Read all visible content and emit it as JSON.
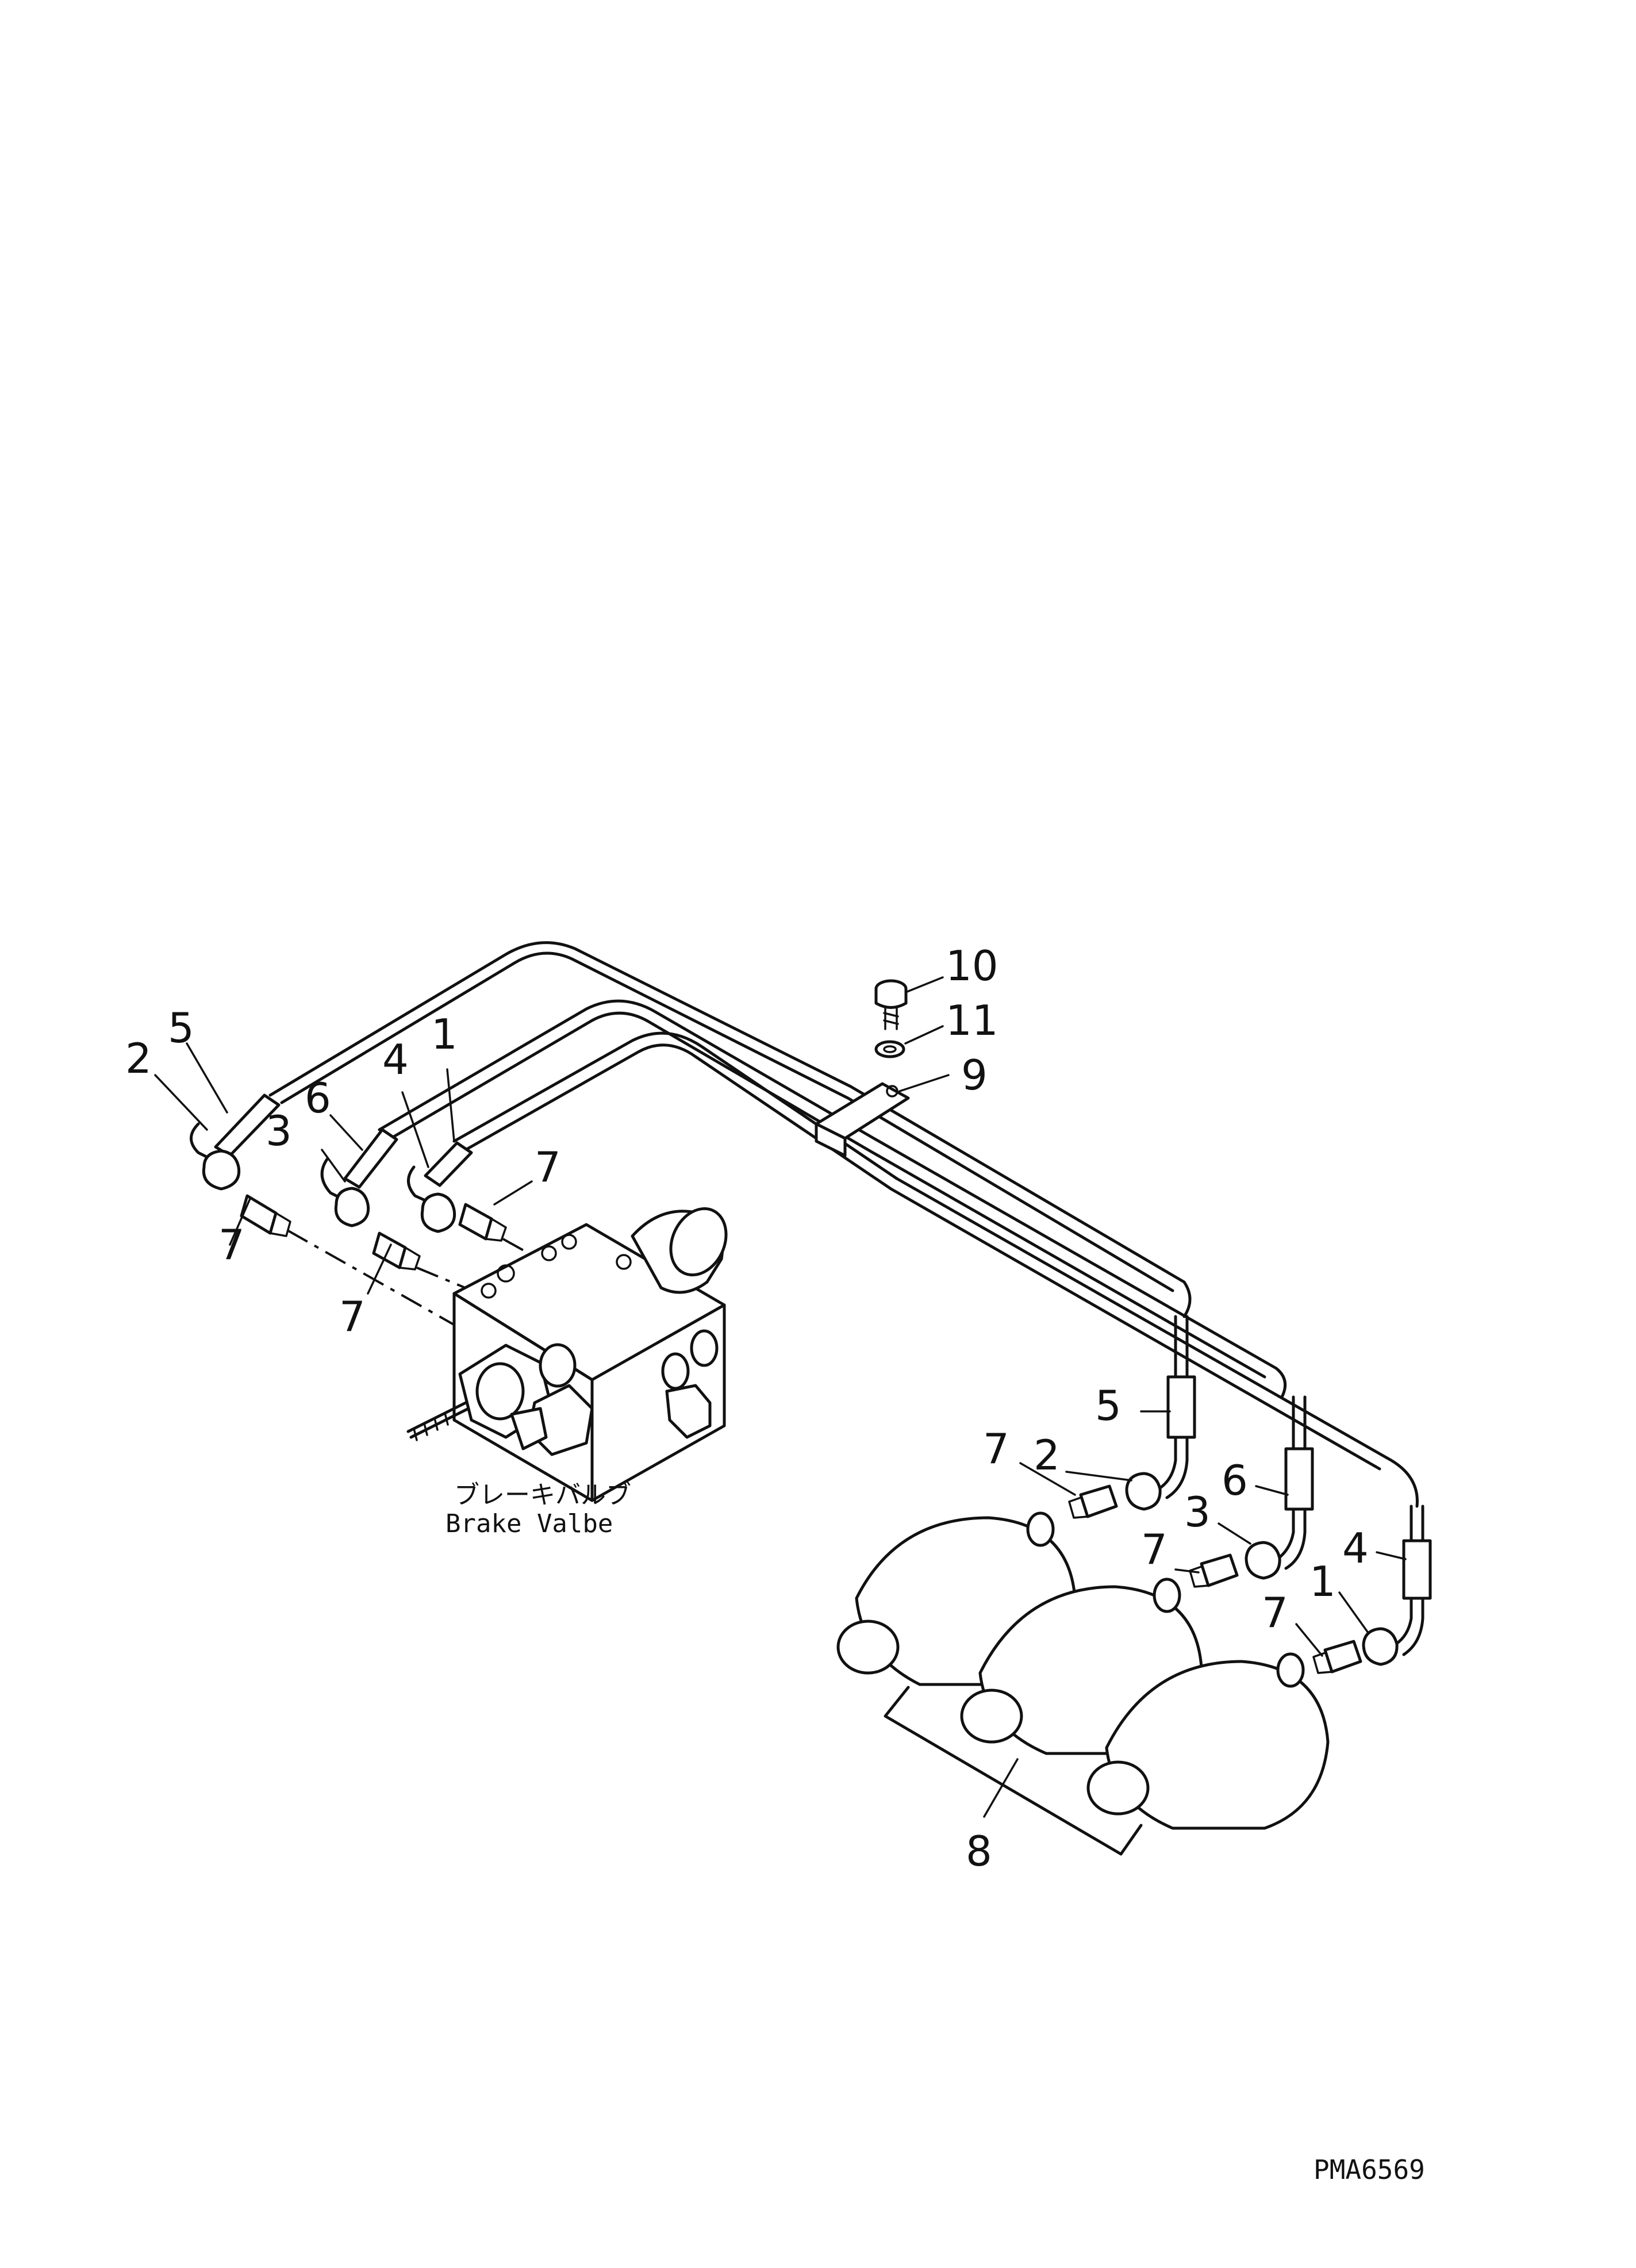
{
  "drawing": {
    "code": "PMA6569",
    "valve_caption_jp": "ブレーキバルブ",
    "valve_caption_en": "Brake Valbe"
  },
  "callouts": {
    "left": [
      "2",
      "5",
      "6",
      "3",
      "4",
      "1",
      "7",
      "7",
      "7"
    ],
    "right": [
      "5",
      "2",
      "7",
      "6",
      "3",
      "7",
      "4",
      "1",
      "7"
    ],
    "top": [
      "10",
      "11",
      "9"
    ],
    "accumulator": "8"
  }
}
